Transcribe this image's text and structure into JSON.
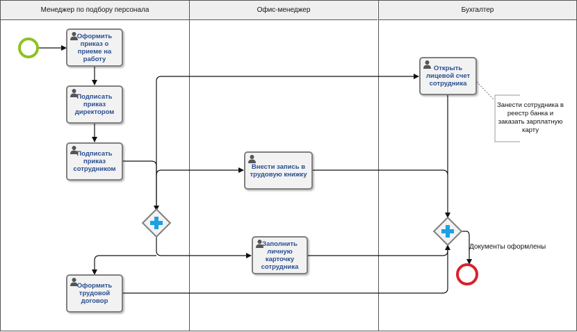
{
  "lanes": [
    {
      "title": "Менеджер по подбору персонала"
    },
    {
      "title": "Офис-менеджер"
    },
    {
      "title": "Бухгалтер"
    }
  ],
  "tasks": {
    "order_hire": {
      "label": "Оформить приказ о приеме на работу"
    },
    "sign_director": {
      "label": "Подписать приказ директором"
    },
    "sign_employee": {
      "label": "Подписать приказ сотрудником"
    },
    "employment_contract": {
      "label": "Оформить трудовой договор"
    },
    "workbook_entry": {
      "label": "Внести запись в трудовую книжку"
    },
    "personal_card": {
      "label": "Заполнить личную карточку сотрудника"
    },
    "open_account": {
      "label": "Открыть лицевой счет сотрудника"
    }
  },
  "annotation": {
    "text": "Занести сотрудника в реестр банка и заказать зарплатную карту"
  },
  "end_flow_label": "Документы оформлены",
  "colors": {
    "start_event": "#8dc21f",
    "end_event": "#d9222a",
    "gateway_plus": "#1ba1e2",
    "task_text": "#2b4f8f",
    "task_border": "#7f7f7f",
    "lane_header_bg": "#efefef"
  }
}
